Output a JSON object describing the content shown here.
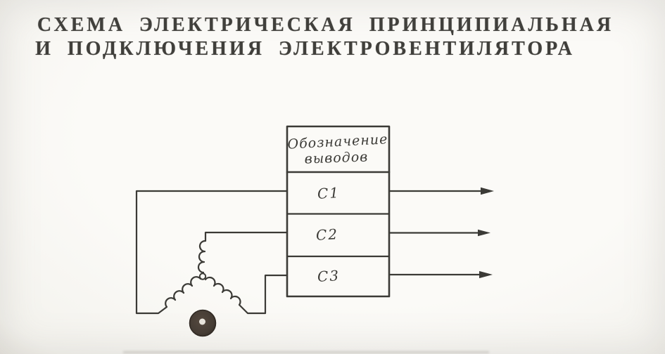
{
  "title": {
    "line1": "СХЕМА ЭЛЕКТРИЧЕСКАЯ ПРИНЦИПИАЛЬНАЯ",
    "line2": "И ПОДКЛЮЧЕНИЯ ЭЛЕКТРОВЕНТИЛЯТОРА"
  },
  "terminal_table": {
    "header": {
      "line1": "Обозначение",
      "line2": "выводов"
    },
    "rows": [
      {
        "label": "С1"
      },
      {
        "label": "С2"
      },
      {
        "label": "С3"
      }
    ]
  },
  "diagram": {
    "icons": {
      "output_arrow": "→",
      "star_node": "○",
      "rotor_disc": "●",
      "winding_coil": "coil-scallops"
    },
    "colors": {
      "ink": "#3b3a36",
      "title_ink": "#403f3b",
      "paper": "#faf9f5",
      "rotor_fill": "#463d35",
      "rotor_hole": "#e9e5dd"
    }
  }
}
